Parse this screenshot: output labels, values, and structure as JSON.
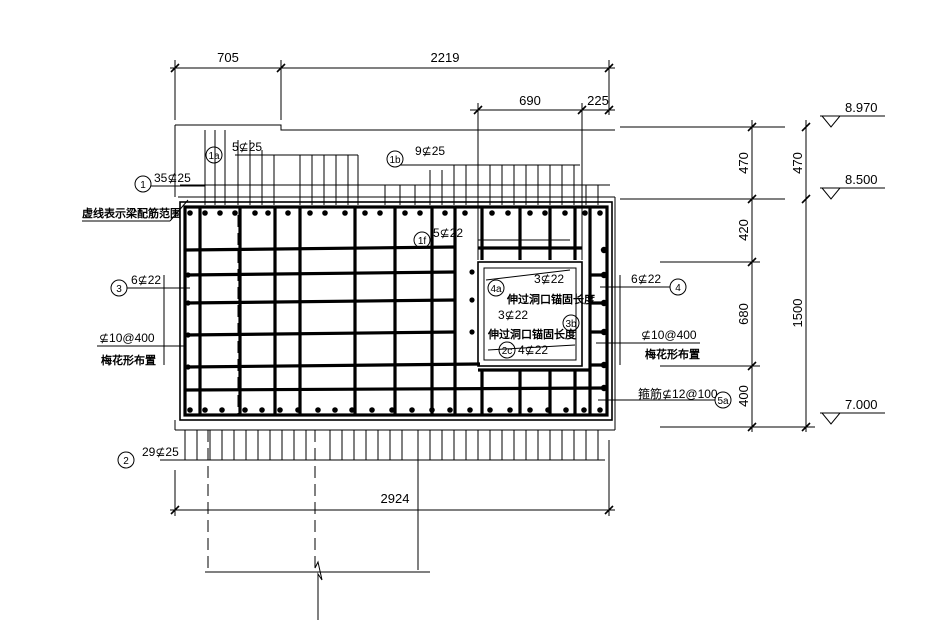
{
  "dimensions": {
    "top_left": "705",
    "top_span": "2219",
    "inner_opening": "690",
    "inner_right": "225",
    "bottom_total": "2924",
    "right_470a": "470",
    "right_470b": "470",
    "right_420": "420",
    "right_680": "680",
    "right_400": "400",
    "right_1500": "1500"
  },
  "elevations": {
    "top": "8.970",
    "mid": "8.500",
    "bottom": "7.000"
  },
  "rebar_labels": {
    "r1_tag": "1",
    "r1_text": "35⊈25",
    "r1a_tag": "1a",
    "r1a_text": "5⊈25",
    "r1b_tag": "1b",
    "r1b_text": "9⊈25",
    "r1f_tag": "1f",
    "r1f_text": "5⊈22",
    "r2_tag": "2",
    "r2_text": "29⊈25",
    "r2c_tag": "2c",
    "r2c_text": "4⊈22",
    "r3_tag": "3",
    "r3_text": "6⊈22",
    "r3a_text": "3⊈22",
    "r3b_tag": "3b",
    "r4_tag": "4",
    "r4_text": "6⊈22",
    "r4a_tag": "4a",
    "r4a_text": "3⊈22",
    "r5a_tag": "5a",
    "r5a_text": "箍筋⊈12@100",
    "tie_left": "⊈10@400",
    "tie_right": "⊈10@400"
  },
  "notes": {
    "dashed_range": "虚线表示梁配筋范围",
    "plum_left": "梅花形布置",
    "plum_right": "梅花形布置",
    "anchor_1": "伸过洞口锚固长度",
    "anchor_2": "伸过洞口锚固长度"
  }
}
